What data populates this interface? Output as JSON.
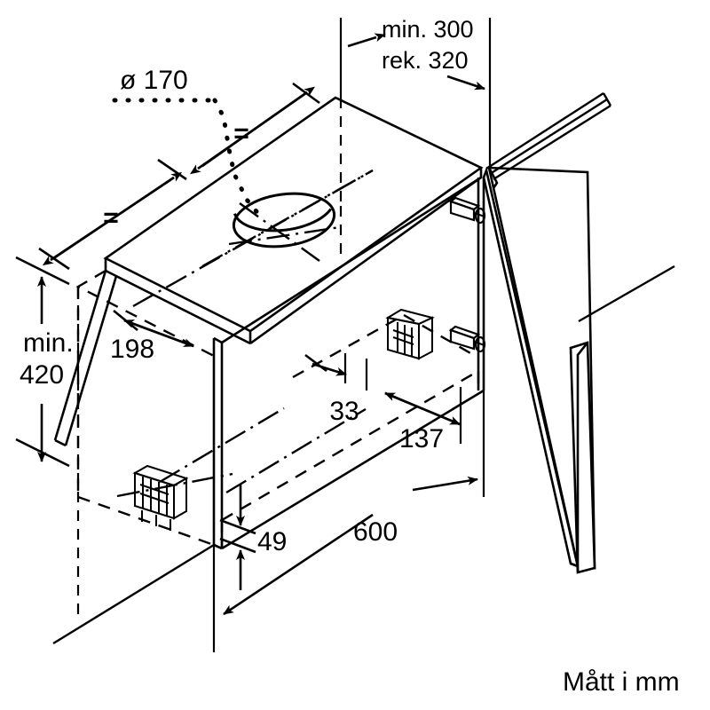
{
  "drawing": {
    "title": "Range hood cabinet installation drawing",
    "units_note": "Mått i mm",
    "stroke_color": "#000000",
    "background_color": "#ffffff",
    "dimensions": {
      "duct_diameter": "ø 170",
      "min_clearance_top": "min. 300",
      "rec_clearance_top": "rek. 320",
      "min_height": "min.",
      "min_height_value": "420",
      "depth_198": "198",
      "offset_33": "33",
      "offset_137": "137",
      "offset_49": "49",
      "width_600": "600",
      "equal_mark_1": "=",
      "equal_mark_2": "="
    }
  }
}
